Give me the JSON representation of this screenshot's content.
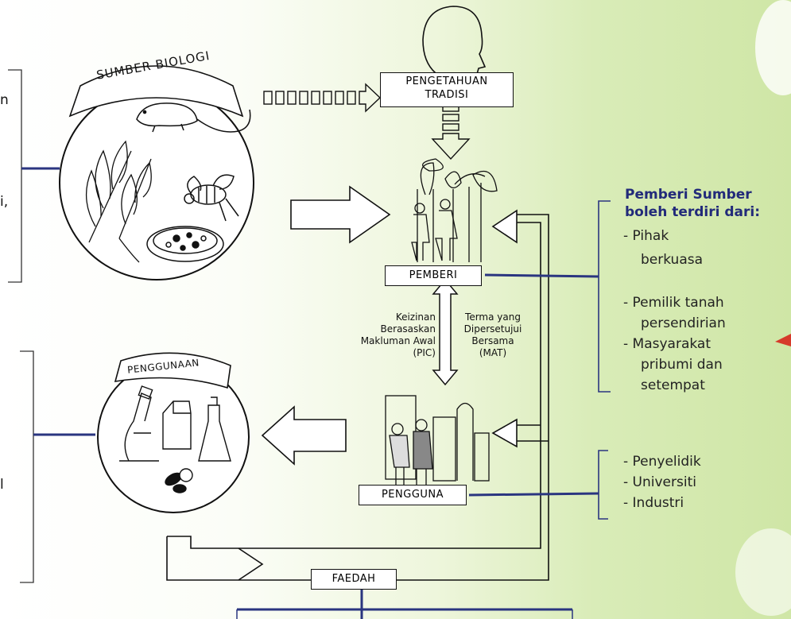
{
  "labels": {
    "sumber_biologi": "SUMBER BIOLOGI",
    "pengetahuan": "PENGETAHUAN TRADISI",
    "pemberi": "PEMBERI",
    "penggunaan": "PENGGUNAAN",
    "pengguna": "PENGGUNA",
    "faedah": "FAEDAH",
    "pic": [
      "Keizinan",
      "Berasaskan",
      "Makluman Awal",
      "(PIC)"
    ],
    "mat": [
      "Terma yang",
      "Dipersetujui",
      "Bersama",
      "(MAT)"
    ]
  },
  "right_notes": {
    "provider_title": [
      "Pemberi Sumber",
      "boleh terdiri dari:"
    ],
    "provider_items": [
      "- Pihak",
      "berkuasa",
      "- Pemilik tanah",
      "persendirian",
      "- Masyarakat",
      "pribumi dan",
      "setempat"
    ],
    "user_items": [
      "- Penyelidik",
      "- Universiti",
      "- Industri"
    ]
  },
  "left_fragments": {
    "a": "n",
    "b": "i,",
    "c": "l"
  },
  "colors": {
    "bracket": "#2a3580",
    "title": "#222a7a",
    "ink": "#111111"
  }
}
